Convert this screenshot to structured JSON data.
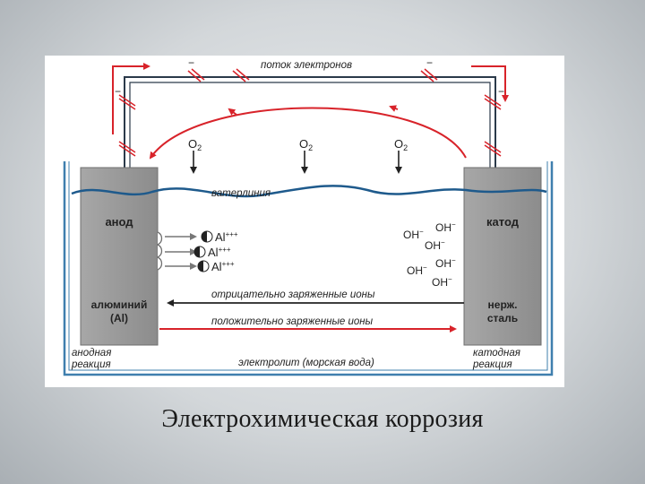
{
  "caption": "Электрохимическая коррозия",
  "diagram": {
    "electron_flow": "поток электронов",
    "waterline": "ватерлиния",
    "oxygen": "O",
    "oxygen_sub": "2",
    "anode": {
      "title": "анод",
      "material_line1": "алюминий",
      "material_line2": "(Al)",
      "reaction_line1": "анодная",
      "reaction_line2": "реакция"
    },
    "cathode": {
      "title": "катод",
      "material_line1": "нерж.",
      "material_line2": "сталь",
      "reaction_line1": "катодная",
      "reaction_line2": "реакция"
    },
    "negative_ions": "отрицательно заряженные ионы",
    "positive_ions": "положительно заряженные ионы",
    "electrolyte": "электролит (морская вода)",
    "al_ion": "Al",
    "al_charge": "+++",
    "hydroxide": "OH",
    "hydroxide_charge": "−",
    "electron_sign": "−",
    "colors": {
      "electrode": "#9a9a9a",
      "electrode_dark": "#6f6f6f",
      "water_line": "#1e5a8c",
      "tank": "#3f7fae",
      "arrow_red": "#d8232a",
      "wire": "#2b3a4a"
    }
  }
}
